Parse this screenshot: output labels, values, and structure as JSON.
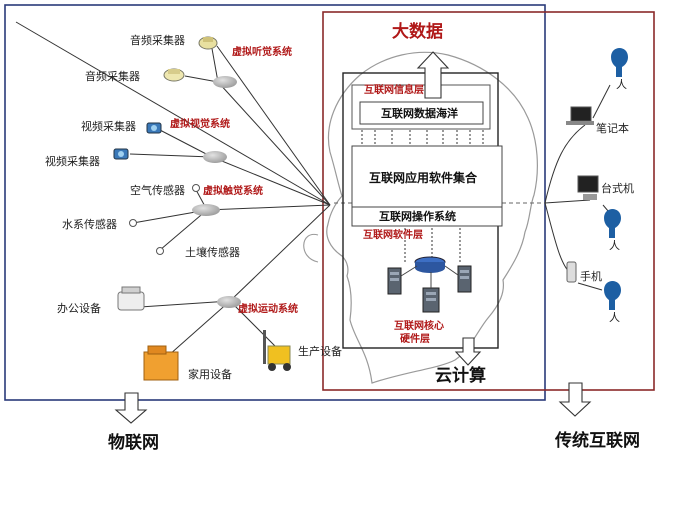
{
  "title": "大数据",
  "sections": {
    "iot": "物联网",
    "internet": "传统互联网",
    "cloud": "云计算"
  },
  "devices": {
    "audio1": "音频采集器",
    "audio2": "音频采集器",
    "video1": "视频采集器",
    "video2": "视频采集器",
    "air": "空气传感器",
    "water": "水系传感器",
    "soil": "土壤传感器",
    "office": "办公设备",
    "home": "家用设备",
    "production": "生产设备",
    "laptop": "笔记本",
    "desktop": "台式机",
    "phone": "手机"
  },
  "systems": {
    "hearing": "虚拟听觉系统",
    "vision": "虚拟视觉系统",
    "touch": "虚拟触觉系统",
    "motion": "虚拟运动系统"
  },
  "layers": {
    "info": "互联网信息层",
    "ocean": "互联网数据海洋",
    "apps": "互联网应用软件集合",
    "os": "互联网操作系统",
    "software": "互联网软件层",
    "core_line1": "互联网核心",
    "core_line2": "硬件层"
  },
  "person": "人",
  "colors": {
    "iot_border": "#2a3a7a",
    "internet_border": "#8a2a2a",
    "system_label": "#b01818",
    "node": "#b3b3b3"
  }
}
